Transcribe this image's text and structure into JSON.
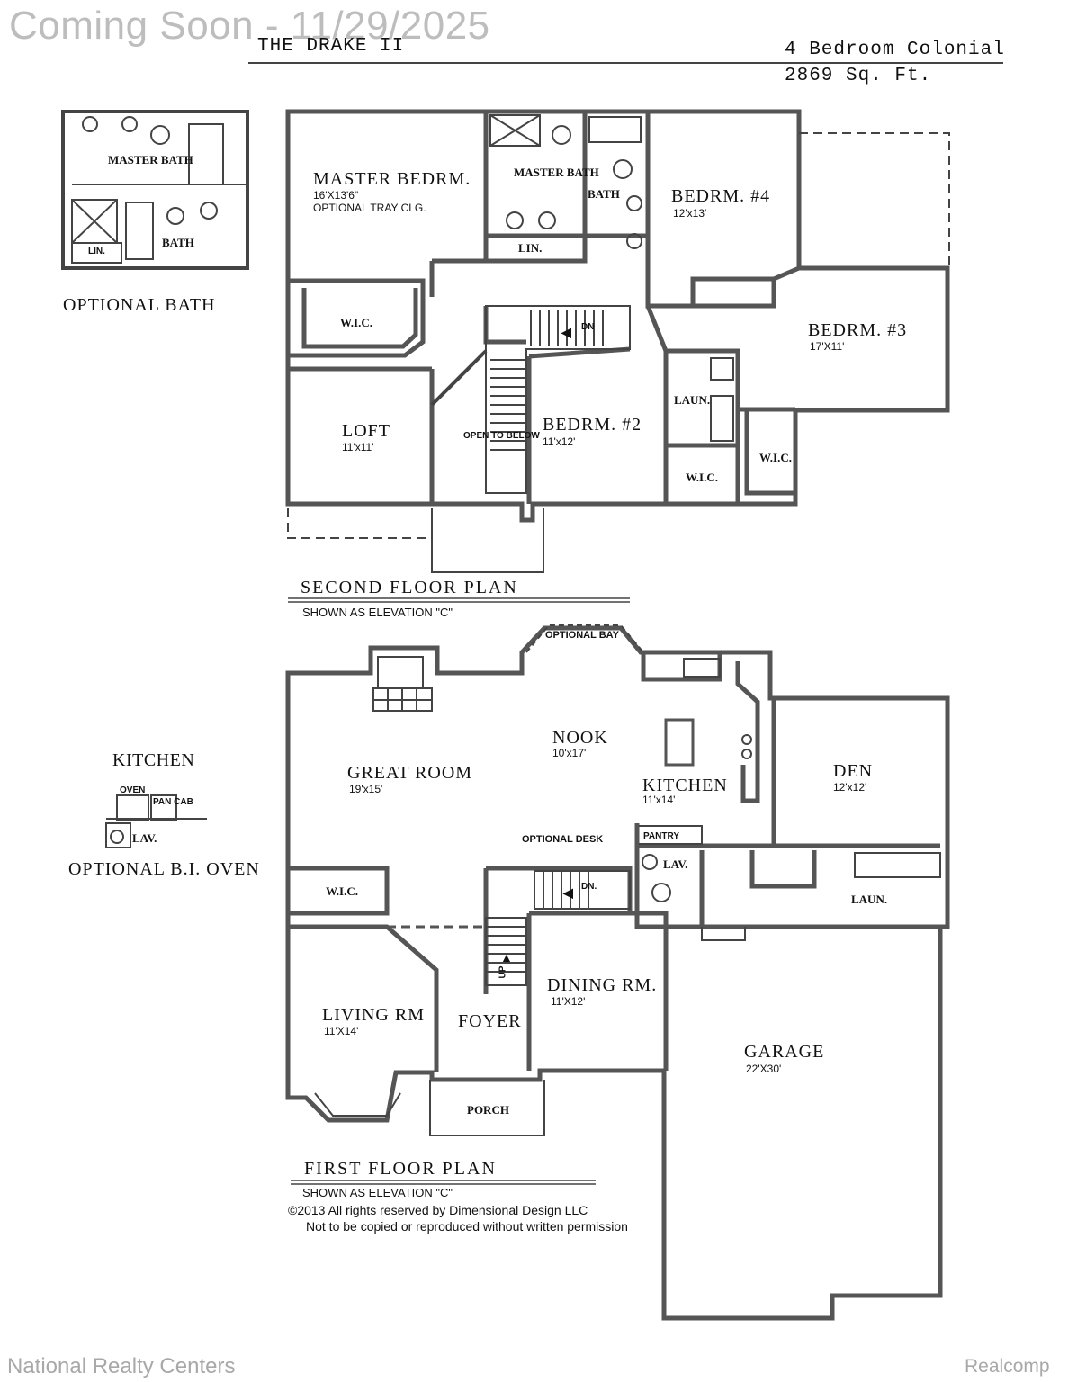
{
  "watermark": "Coming Soon - 11/29/2025",
  "header": {
    "plan_name": "THE DRAKE II",
    "type": "4 Bedroom Colonial",
    "area": "2869 Sq. Ft."
  },
  "optional_bath": {
    "title": "OPTIONAL BATH",
    "master_bath": "MASTER BATH",
    "bath": "BATH",
    "lin": "LIN."
  },
  "second_floor": {
    "title": "SECOND FLOOR PLAN",
    "subtitle": "SHOWN AS ELEVATION \"C\"",
    "master_bedroom": {
      "name": "MASTER BEDRM.",
      "size": "16'X13'6\"",
      "note": "OPTIONAL TRAY CLG."
    },
    "master_bath": "MASTER BATH",
    "lin": "LIN.",
    "bath": "BATH",
    "bedroom4": {
      "name": "BEDRM. #4",
      "size": "12'x13'"
    },
    "bedroom3": {
      "name": "BEDRM. #3",
      "size": "17'X11'"
    },
    "bedroom2": {
      "name": "BEDRM. #2",
      "size": "11'x12'"
    },
    "loft": {
      "name": "LOFT",
      "size": "11'x11'"
    },
    "wic_master": "W.I.C.",
    "wic_b2": "W.I.C.",
    "wic_b3": "W.I.C.",
    "laundry": "LAUN.",
    "open_to_below": "OPEN TO BELOW",
    "stair_dn": "DN"
  },
  "first_floor": {
    "title": "FIRST FLOOR PLAN",
    "subtitle": "SHOWN AS ELEVATION \"C\"",
    "great_room": {
      "name": "GREAT ROOM",
      "size": "19'x15'"
    },
    "nook": {
      "name": "NOOK",
      "size": "10'x17'"
    },
    "kitchen": {
      "name": "KITCHEN",
      "size": "11'x14'"
    },
    "den": {
      "name": "DEN",
      "size": "12'x12'"
    },
    "living_room": {
      "name": "LIVING RM",
      "size": "11'X14'"
    },
    "dining_room": {
      "name": "DINING RM.",
      "size": "11'X12'"
    },
    "garage": {
      "name": "GARAGE",
      "size": "22'X30'"
    },
    "foyer": "FOYER",
    "porch": "PORCH",
    "pantry": "PANTRY",
    "lav": "LAV.",
    "laundry": "LAUN.",
    "wic": "W.I.C.",
    "optional_bay": "OPTIONAL BAY",
    "optional_desk": "OPTIONAL DESK",
    "stair_dn": "DN.",
    "stair_up": "UP"
  },
  "optional_oven": {
    "kitchen": "KITCHEN",
    "oven": "OVEN",
    "pan_cab": "PAN CAB",
    "lav": "LAV.",
    "title": "OPTIONAL B.I. OVEN"
  },
  "copyright": {
    "line1": "©2013 All rights reserved by Dimensional Design LLC",
    "line2": "Not to be copied or reproduced without written permission"
  },
  "footer": {
    "left": "National Realty Centers",
    "right": "Realcomp"
  }
}
